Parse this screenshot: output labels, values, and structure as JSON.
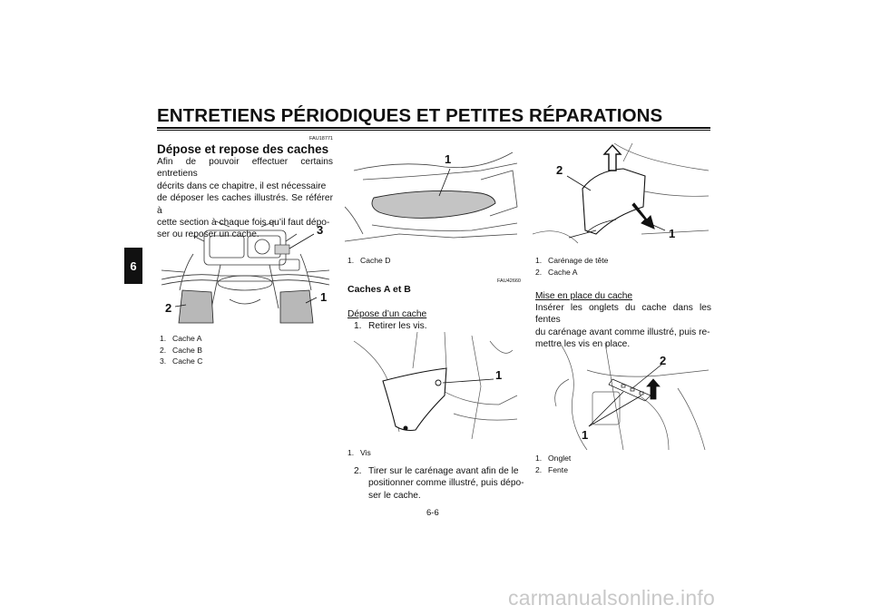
{
  "header": {
    "title": "ENTRETIENS PÉRIODIQUES ET PETITES RÉPARATIONS"
  },
  "chapter_tab": "6",
  "col1": {
    "code": "FAU18771",
    "title": "Dépose et repose des caches",
    "lines": [
      "Afin de pouvoir effectuer certains entretiens",
      "décrits dans ce chapitre, il est nécessaire",
      "de déposer les caches illustrés. Se référer à",
      "cette section à chaque fois qu’il faut dépo-",
      "ser ou reposer un cache."
    ],
    "figure_callouts": [
      "3",
      "2",
      "1"
    ],
    "captions": [
      {
        "num": "1.",
        "text": "Cache A"
      },
      {
        "num": "2.",
        "text": "Cache B"
      },
      {
        "num": "3.",
        "text": "Cache C"
      }
    ]
  },
  "col2": {
    "figure1_callouts": [
      "1"
    ],
    "figure1_captions": [
      {
        "num": "1.",
        "text": "Cache D"
      }
    ],
    "code": "FAU42660",
    "subtitle": "Caches A et B",
    "removal_heading": "Dépose d’un cache",
    "step1": {
      "num": "1.",
      "text": "Retirer les vis."
    },
    "figure2_callouts": [
      "1"
    ],
    "figure2_captions": [
      {
        "num": "1.",
        "text": "Vis"
      }
    ],
    "step2": {
      "num": "2.",
      "lines": [
        "Tirer sur le carénage avant afin de le",
        "positionner comme illustré, puis dépo-",
        "ser le cache."
      ]
    }
  },
  "col3": {
    "figure1_callouts": [
      "2",
      "1"
    ],
    "figure1_captions": [
      {
        "num": "1.",
        "text": "Carénage de tête"
      },
      {
        "num": "2.",
        "text": "Cache A"
      }
    ],
    "install_heading": "Mise en place du cache",
    "lines": [
      "Insérer les onglets du cache dans les fentes",
      "du carénage avant comme illustré, puis re-",
      "mettre les vis en place."
    ],
    "figure2_callouts": [
      "2",
      "1"
    ],
    "figure2_captions": [
      {
        "num": "1.",
        "text": "Onglet"
      },
      {
        "num": "2.",
        "text": "Fente"
      }
    ]
  },
  "footer": {
    "page_number": "6-6"
  },
  "watermark": "carmanualsonline.info"
}
